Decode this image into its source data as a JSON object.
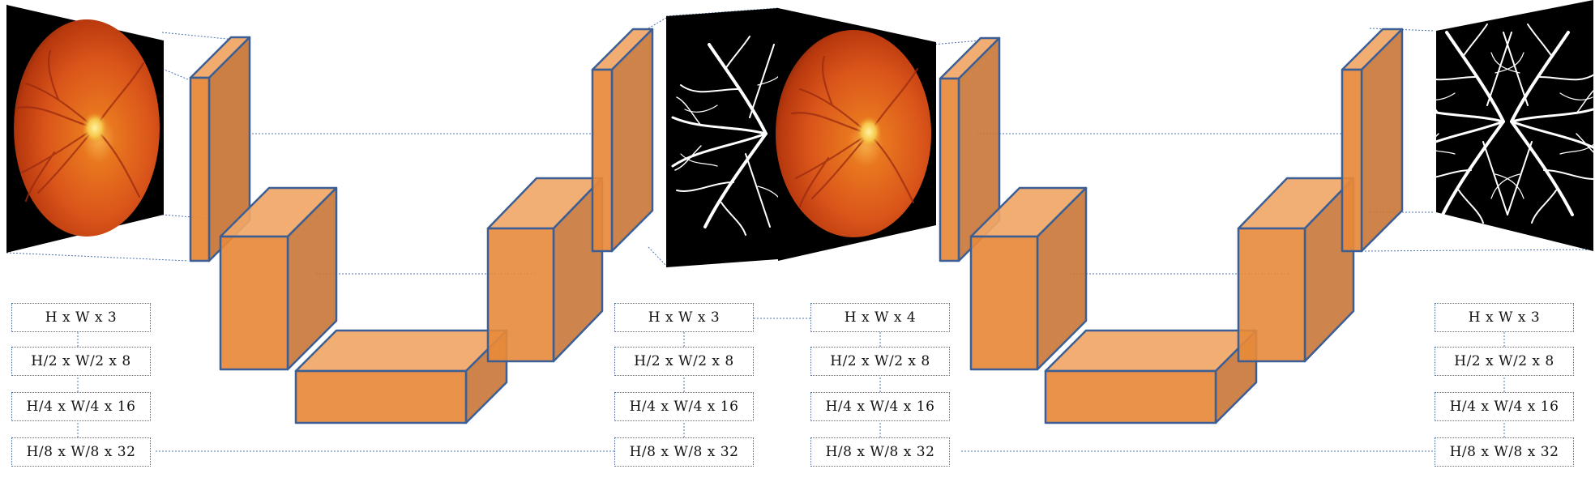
{
  "figure": {
    "colors": {
      "block_fill": "#e88a38",
      "block_edge": "#3b5f95",
      "connector": "#4a74b0",
      "fundus_background": "#000000",
      "vessel_map": "#ffffff"
    },
    "images": {
      "input_fundus_1": "retinal-fundus-photo",
      "output_vessel_map_1": "vessel-segmentation-map",
      "input_fundus_2": "retinal-fundus-photo",
      "output_vessel_map_2": "vessel-segmentation-map"
    },
    "first_unet": {
      "encoder_dims": [
        "H x W x  3",
        "H/2 x W/2 x 8",
        "H/4 x W/4 x 16",
        "H/8 x W/8 x 32"
      ],
      "decoder_dims": [
        "H x W x  3",
        "H/2 x W/2 x 8",
        "H/4 x W/4 x 16",
        "H/8 x W/8 x 32"
      ]
    },
    "second_unet": {
      "encoder_dims": [
        "H x W x 4",
        "H/2 x W/2 x 8",
        "H/4 x W/4 x 16",
        "H/8 x W/8 x 32"
      ],
      "decoder_dims": [
        "H x W x 3",
        "H/2 x W/2 x 8",
        "H/4 x W/4 x 16",
        "H/8 x W/8 x 32"
      ]
    }
  }
}
